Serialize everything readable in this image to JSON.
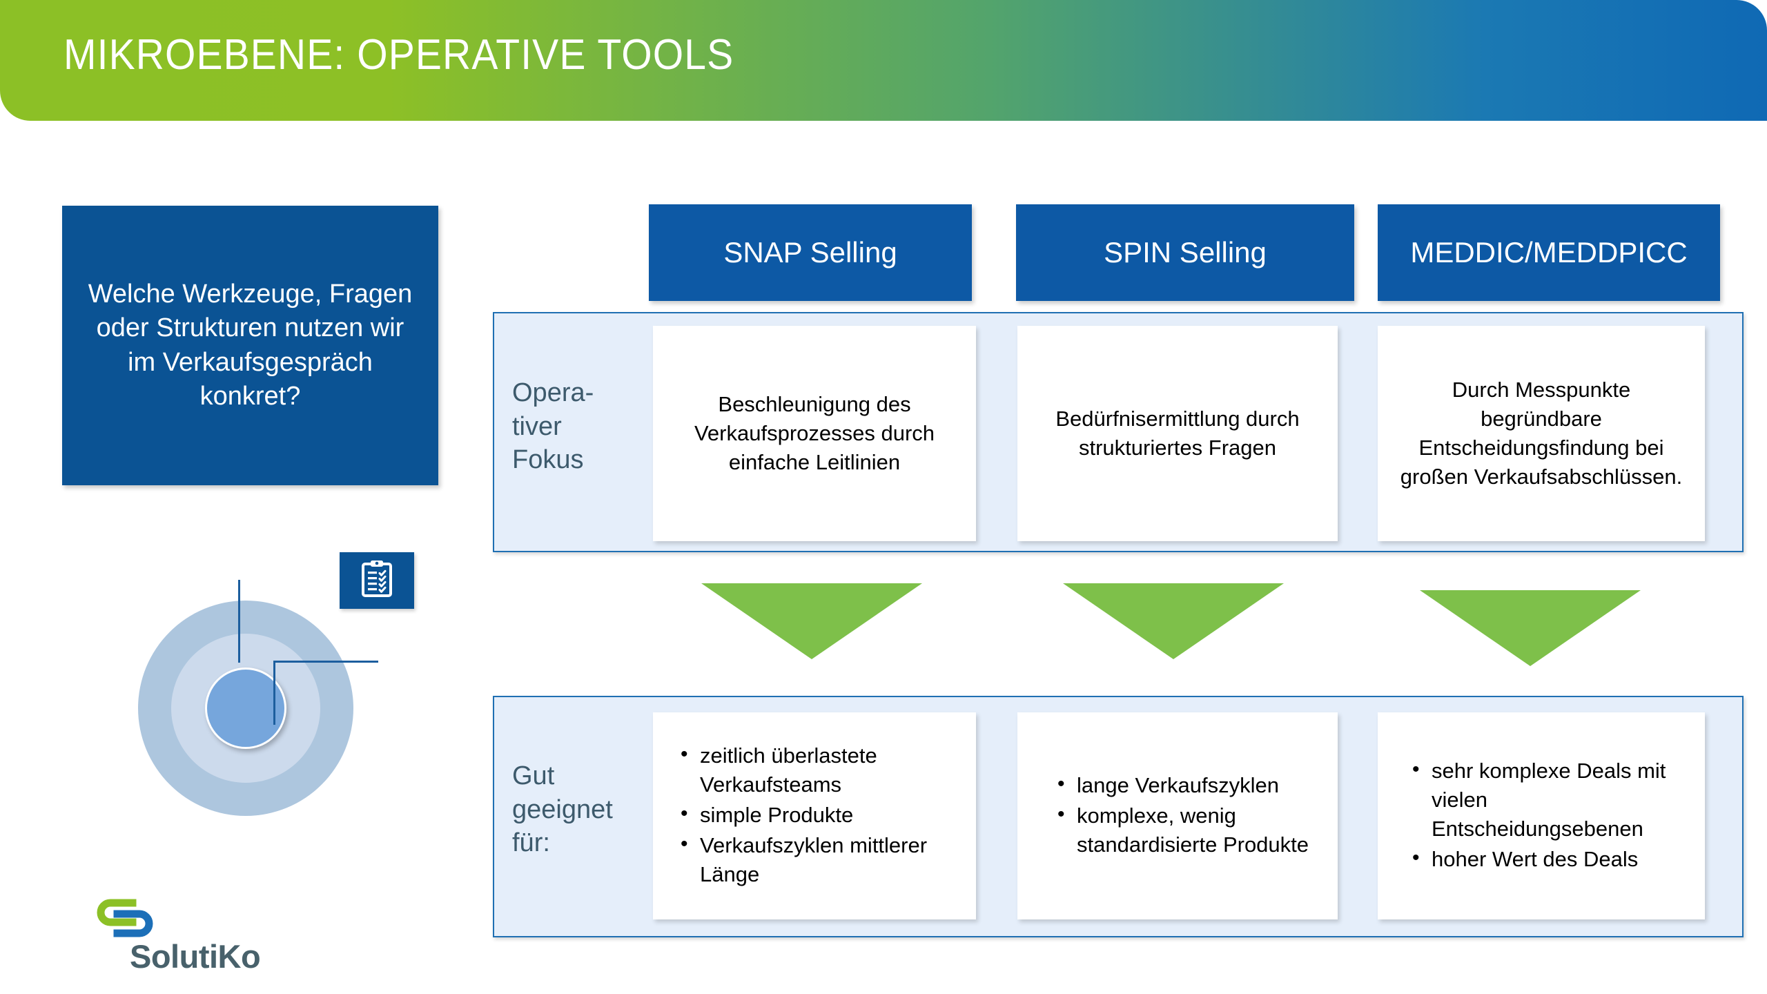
{
  "banner": {
    "title": "MIKROEBENE: OPERATIVE TOOLS",
    "gradient_start": "#8cc026",
    "gradient_end": "#0f69b4"
  },
  "question_box": {
    "text": "Welche Werkzeuge, Fragen oder Strukturen nutzen wir im Verkaufsgespräch konkret?",
    "background": "#0b5394"
  },
  "graphic": {
    "circles": [
      {
        "name": "outer-circle",
        "color": "#adc6de"
      },
      {
        "name": "middle-circle",
        "color": "#ccdaec"
      },
      {
        "name": "inner-circle",
        "color": "#76a6dc"
      }
    ],
    "icon": "clipboard-checklist-icon",
    "icon_tile_color": "#0b5394",
    "connector_color": "#1c5e9e"
  },
  "logo": {
    "wordmark": "SolutiKo",
    "mark_green": "#8cc026",
    "mark_blue": "#1c6fb8",
    "word_color": "#48616b"
  },
  "table": {
    "column_headers": [
      "SNAP Selling",
      "SPIN Selling",
      "MEDDIC/MEDDPICC"
    ],
    "header_color": "#0d59a5",
    "panel_fill": "#e5eefa",
    "panel_border": "#1f6fb2",
    "row_label_color": "#3d5a6c",
    "rows": [
      {
        "label": "Opera-\ntiver\nFokus",
        "cells": [
          {
            "type": "text",
            "text": "Beschleunigung des Verkaufsprozesses durch einfache Leitlinien"
          },
          {
            "type": "text",
            "text": "Bedürfnisermittlung durch strukturiertes Fragen"
          },
          {
            "type": "text",
            "text": "Durch Messpunkte begründbare Entscheidungsfindung bei großen Verkaufsabschlüssen."
          }
        ]
      },
      {
        "label": "Gut\ngeeignet\nfür:",
        "cells": [
          {
            "type": "bullets",
            "items": [
              "zeitlich überlastete Verkaufsteams",
              "simple Produkte",
              "Verkaufszyklen mittlerer Länge"
            ]
          },
          {
            "type": "bullets",
            "items": [
              "lange Verkaufszyklen",
              "komplexe, wenig standardisierte Produkte"
            ]
          },
          {
            "type": "bullets",
            "items": [
              "sehr komplexe Deals mit vielen Entscheidungsebenen",
              "hoher Wert des Deals"
            ]
          }
        ]
      }
    ]
  },
  "arrows": {
    "name": "down-arrow-icon",
    "color": "#7ec04a",
    "count": 3
  }
}
